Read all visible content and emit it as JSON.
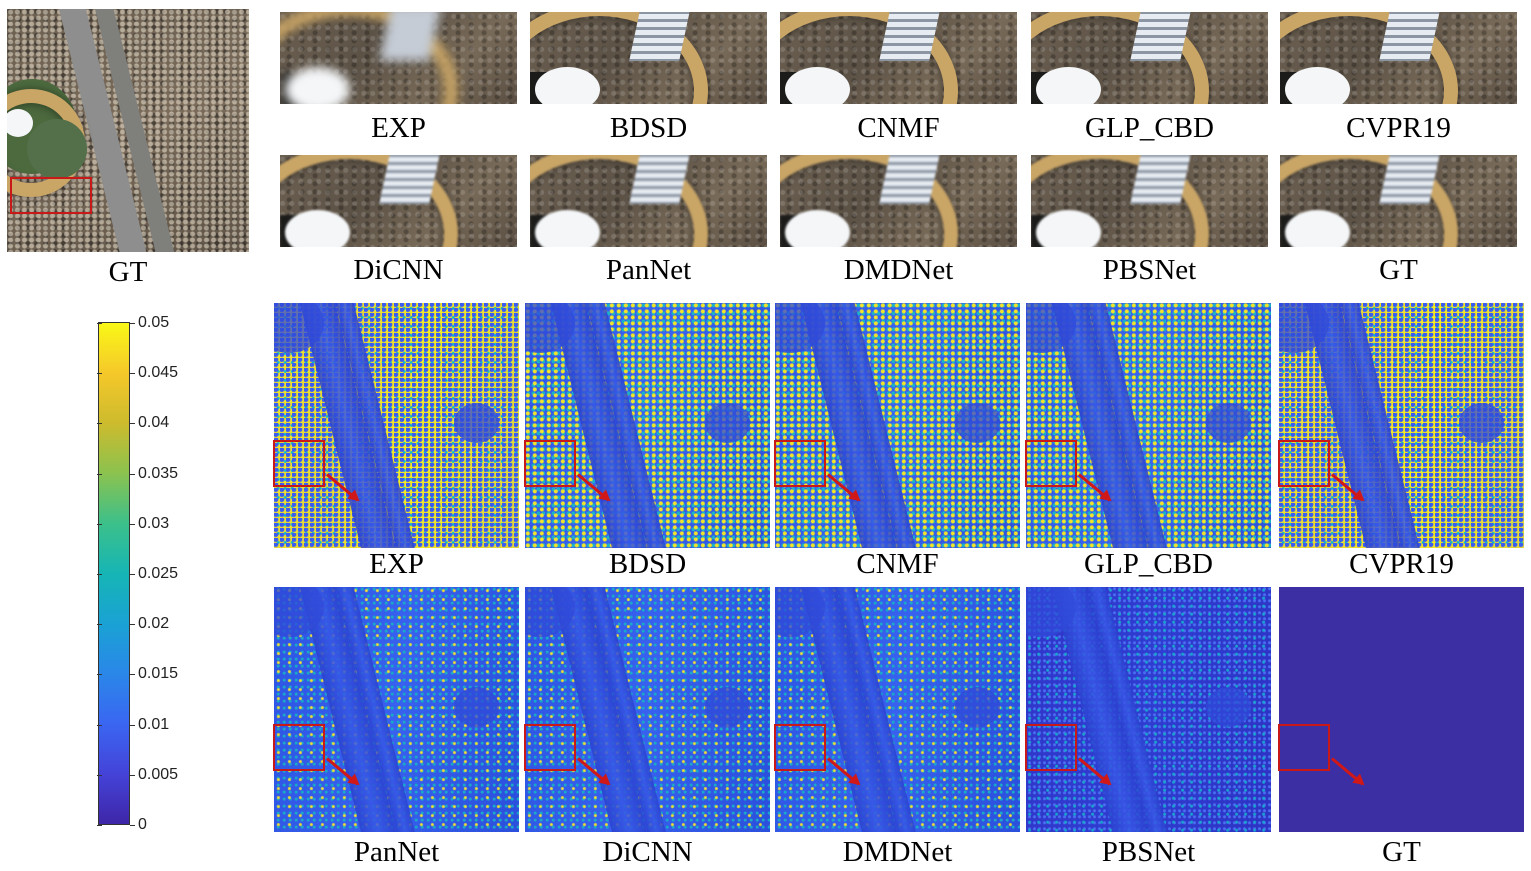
{
  "overview": {
    "caption": "GT"
  },
  "crop_rows": [
    {
      "captions": [
        "EXP",
        "BDSD",
        "CNMF",
        "GLP_CBD",
        "CVPR19"
      ]
    },
    {
      "captions": [
        "DiCNN",
        "PanNet",
        "DMDNet",
        "PBSNet",
        "GT"
      ]
    }
  ],
  "error_rows": [
    {
      "captions": [
        "EXP",
        "BDSD",
        "CNMF",
        "GLP_CBD",
        "CVPR19"
      ],
      "levels": [
        "hi",
        "mid",
        "mid",
        "mid",
        "hi"
      ]
    },
    {
      "captions": [
        "PanNet",
        "DiCNN",
        "DMDNet",
        "PBSNet",
        "GT"
      ],
      "levels": [
        "low",
        "low",
        "low",
        "vlow",
        "zero"
      ]
    }
  ],
  "colorbar": {
    "colormap": "parula",
    "range": [
      0,
      0.05
    ],
    "ticks": [
      "0.05",
      "0.045",
      "0.04",
      "0.035",
      "0.03",
      "0.025",
      "0.02",
      "0.015",
      "0.01",
      "0.005",
      "0"
    ]
  },
  "colors": {
    "highlight_box": "#c81818"
  }
}
